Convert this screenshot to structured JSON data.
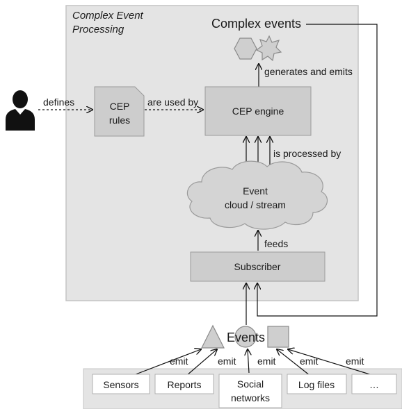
{
  "frame": {
    "title_line1": "Complex Event",
    "title_line2": "Processing"
  },
  "complex_events_label": "Complex events",
  "cep_rules": {
    "line1": "CEP",
    "line2": "rules"
  },
  "cep_engine": "CEP engine",
  "event_cloud": {
    "line1": "Event",
    "line2": "cloud / stream"
  },
  "subscriber": "Subscriber",
  "events_label": "Events",
  "edges": {
    "defines": "defines",
    "are_used_by": "are used by",
    "generates_and_emits": "generates and emits",
    "is_processed_by": "is processed by",
    "feeds": "feeds",
    "emit": "emit"
  },
  "sources": [
    {
      "line1": "Sensors",
      "line2": ""
    },
    {
      "line1": "Reports",
      "line2": ""
    },
    {
      "line1": "Social",
      "line2": "networks"
    },
    {
      "line1": "Log files",
      "line2": ""
    },
    {
      "line1": "…",
      "line2": ""
    }
  ],
  "colors": {
    "frame_fill": "#e4e4e4",
    "box_fill": "#cdcdcd",
    "shape_fill": "#cfcfcf",
    "source_fill": "#ffffff",
    "user_icon": "#111111"
  },
  "icons": [
    "user-icon",
    "hexagon-icon",
    "star-icon",
    "triangle-icon",
    "circle-icon",
    "square-icon",
    "document-icon",
    "cloud-icon"
  ]
}
